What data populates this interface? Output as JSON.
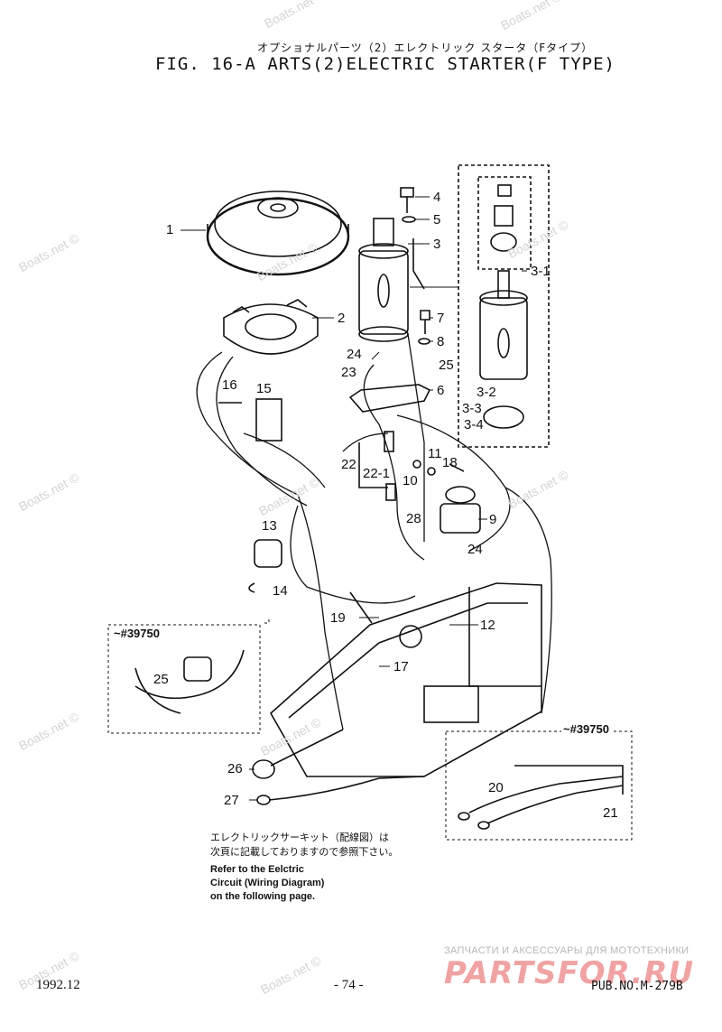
{
  "title": {
    "japanese": "オプショナルパーツ（2）エレクトリック スタータ（Fタイプ）",
    "english": "FIG. 16-A ARTS(2)ELECTRIC STARTER(F TYPE)"
  },
  "callouts": [
    "1",
    "2",
    "3",
    "3-1",
    "3-2",
    "3-3",
    "3-4",
    "4",
    "5",
    "6",
    "7",
    "8",
    "9",
    "10",
    "11",
    "12",
    "13",
    "14",
    "15",
    "16",
    "17",
    "18",
    "19",
    "20",
    "21",
    "22",
    "22-1",
    "23",
    "24",
    "24",
    "25",
    "25",
    "26",
    "27",
    "28"
  ],
  "serial_notes": [
    "~#39750",
    "~#39750"
  ],
  "wiring_note": {
    "japanese_line1": "エレクトリックサーキット（配線図）は",
    "japanese_line2": "次頁に記載しておりますので参照下さい。",
    "english_line1": "Refer to the Eelctric",
    "english_line2": "Circuit (Wiring Diagram)",
    "english_line3": "on the following page."
  },
  "watermark": "Boats.net ©",
  "shop": {
    "tagline": "ЗАПЧАСТИ И АКСЕССУАРЫ ДЛЯ МОТОТЕХНИКИ",
    "logo_text": "PARTSFOR.RU"
  },
  "footer": {
    "date": "1992.12",
    "page": "- 74 -",
    "pub_no": "PUB.NO.M-279B"
  }
}
